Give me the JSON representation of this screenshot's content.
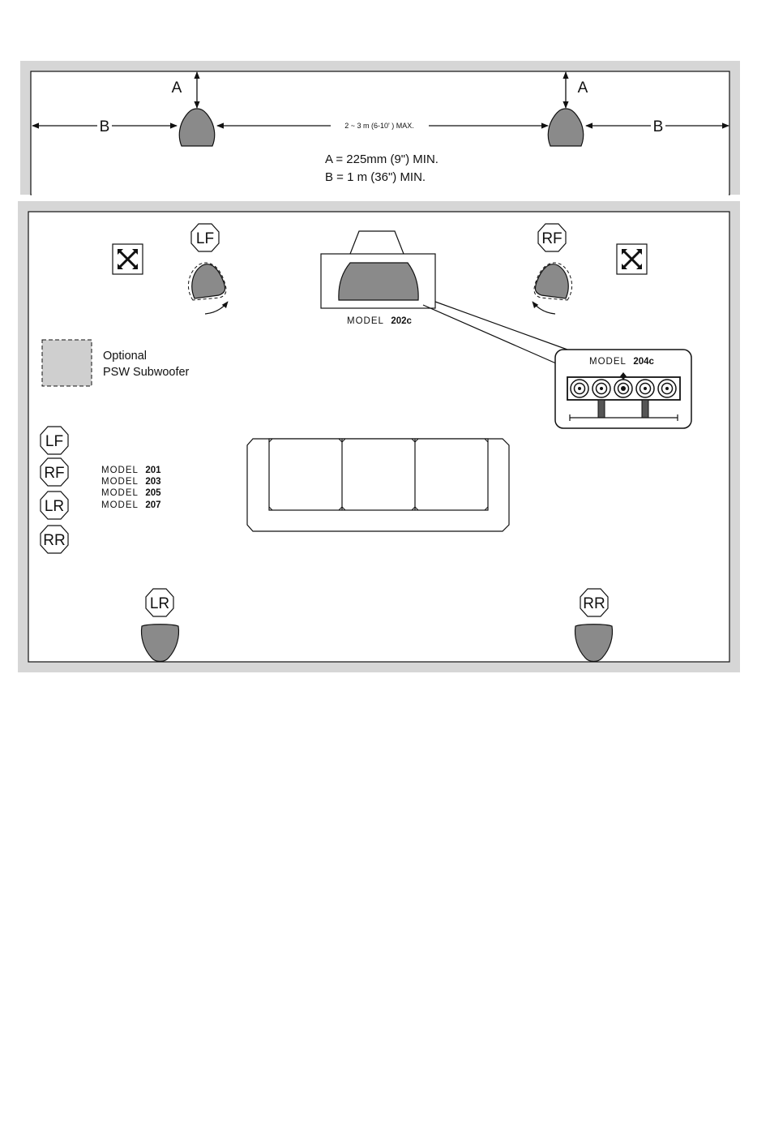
{
  "placement": {
    "label_a": "A",
    "label_b": "B",
    "span_label": "2 ~ 3 m (6-10' ) MAX.",
    "rule_a": "A = 225mm (9\") MIN.",
    "rule_b": "B = 1 m (36\") MIN."
  },
  "room": {
    "speakers": {
      "lf": "LF",
      "rf": "RF",
      "lr": "LR",
      "rr": "RR"
    },
    "center_model": {
      "prefix": "MODEL",
      "number": "202c"
    },
    "inset_model": {
      "prefix": "MODEL",
      "number": "204c"
    },
    "subwoofer_note": {
      "line1": "Optional",
      "line2": "PSW Subwoofer"
    },
    "legend": {
      "badges": [
        "LF",
        "RF",
        "LR",
        "RR"
      ],
      "models": [
        {
          "prefix": "MODEL",
          "number": "201"
        },
        {
          "prefix": "MODEL",
          "number": "203"
        },
        {
          "prefix": "MODEL",
          "number": "205"
        },
        {
          "prefix": "MODEL",
          "number": "207"
        }
      ]
    }
  },
  "colors": {
    "panel_border": "#d6d6d6",
    "speaker_fill": "#8a8a8a",
    "sub_fill": "#cfcfcf",
    "line": "#111111"
  }
}
